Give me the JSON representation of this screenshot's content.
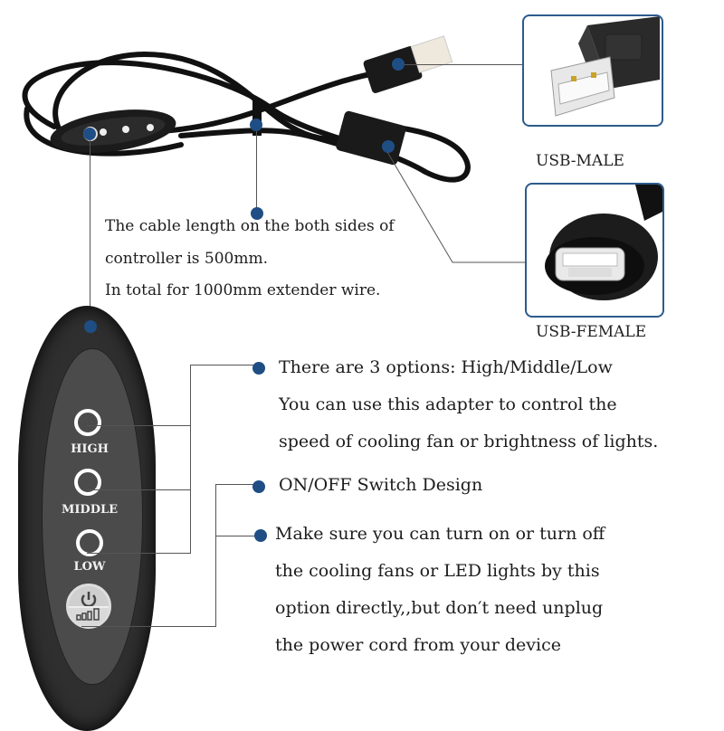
{
  "product": {
    "cable_note": [
      "The cable length on the both sides of",
      "controller is 500mm.",
      "In total for 1000mm extender wire."
    ],
    "usb_male_label": "USB-MALE",
    "usb_female_label": "USB-FEMALE"
  },
  "controller": {
    "buttons": [
      {
        "label": "HIGH"
      },
      {
        "label": "MIDDLE"
      },
      {
        "label": "LOW"
      }
    ],
    "power_button": {
      "icon": "power-icon",
      "indicator": "signal-bars-icon"
    }
  },
  "features": [
    {
      "lines": [
        "There are 3 options: High/Middle/Low",
        "You can use this adapter to control the",
        "speed of cooling fan or brightness of lights."
      ]
    },
    {
      "lines": [
        "ON/OFF Switch Design"
      ]
    },
    {
      "lines": [
        "Make sure you can turn on or turn off",
        "the cooling fans or LED lights by this",
        "option directly,,but don′t need unplug",
        "the power cord from your device"
      ]
    }
  ],
  "colors": {
    "accent_dot": "#1f4e85",
    "box_border": "#2d5b8c",
    "controller_body": "#2e2e2e",
    "controller_face": "#4a4a4a"
  }
}
